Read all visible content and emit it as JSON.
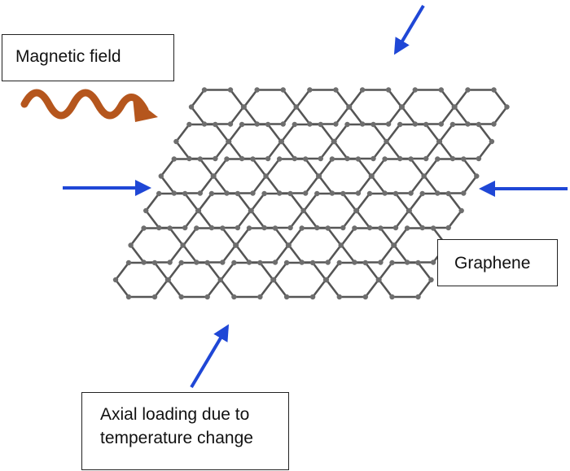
{
  "labels": {
    "magnetic_field": "Magnetic field",
    "graphene": "Graphene",
    "axial_line1": "Axial loading due to",
    "axial_line2": "temperature change"
  },
  "colors": {
    "arrow": "#1f47d6",
    "wave": "#b5561d",
    "lattice": "#555555",
    "atom": "#6e6e6e",
    "box_border": "#222222",
    "text": "#111111"
  },
  "icons": {
    "wave": "wavy-arrow-icon",
    "force": "straight-arrow-icon"
  },
  "lattice": {
    "rows": 6,
    "columns": 6
  }
}
